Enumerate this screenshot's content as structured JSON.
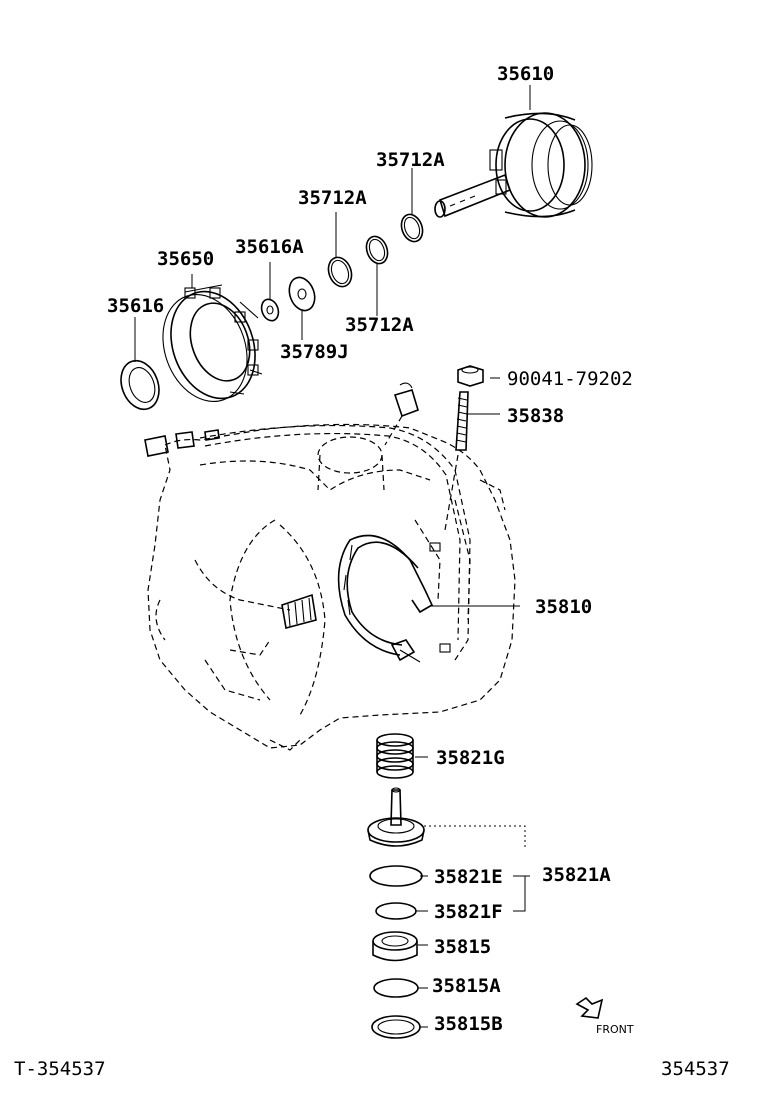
{
  "labels": {
    "p35610": "35610",
    "p35712A_1": "35712A",
    "p35712A_2": "35712A",
    "p35712A_3": "35712A",
    "p35650": "35650",
    "p35616A": "35616A",
    "p35616": "35616",
    "p35789J": "35789J",
    "p90041": "90041-79202",
    "p35838": "35838",
    "p35810": "35810",
    "p35821G": "35821G",
    "p35821E": "35821E",
    "p35821A": "35821A",
    "p35821F": "35821F",
    "p35815": "35815",
    "p35815A": "35815A",
    "p35815B": "35815B"
  },
  "direction": {
    "front": "FRONT"
  },
  "footer": {
    "left_code": "T-354537",
    "right_code": "354537"
  }
}
